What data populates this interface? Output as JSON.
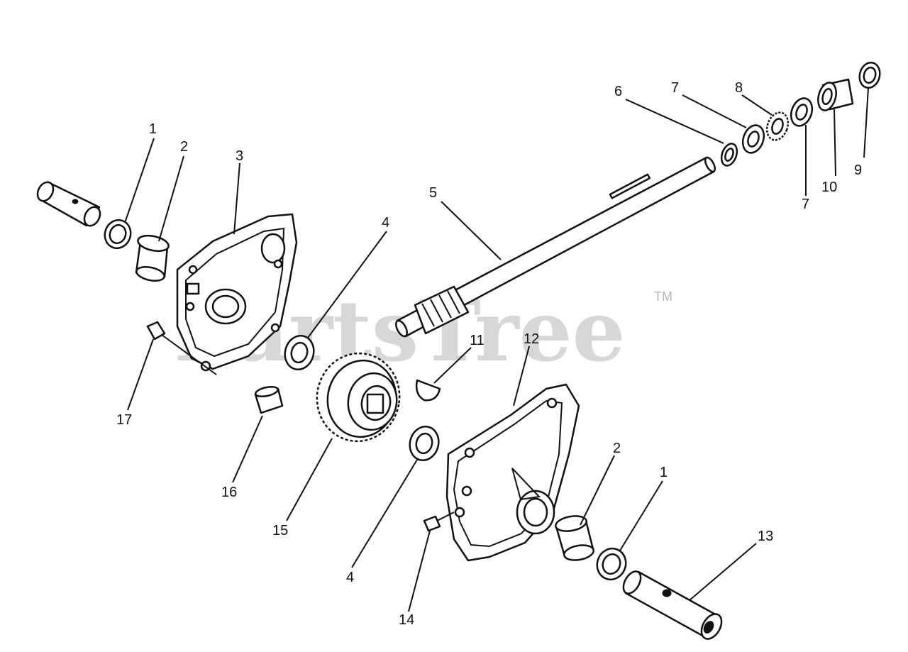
{
  "watermark": {
    "text": "PartsTree",
    "trademark": "TM"
  },
  "callouts": {
    "c1a": "1",
    "c2a": "2",
    "c3": "3",
    "c4a": "4",
    "c5": "5",
    "c6": "6",
    "c7a": "7",
    "c8": "8",
    "c9": "9",
    "c10": "10",
    "c7b": "7",
    "c11": "11",
    "c12": "12",
    "c17": "17",
    "c16": "16",
    "c15": "15",
    "c4b": "4",
    "c14": "14",
    "c2b": "2",
    "c1b": "1",
    "c13": "13"
  }
}
